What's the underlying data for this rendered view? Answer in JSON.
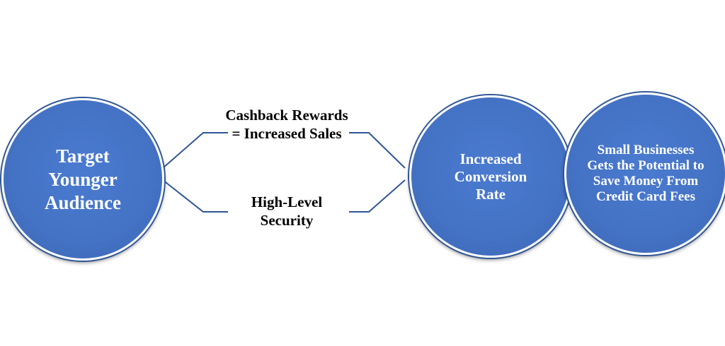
{
  "diagram": {
    "circles": [
      {
        "text": "Target Younger Audience"
      },
      {
        "text": "Increased Conversion Rate"
      },
      {
        "text": "Small Businesses Gets the Potential to Save Money From Credit Card Fees"
      }
    ],
    "labels": [
      {
        "text": "Cashback Rewards = Increased Sales"
      },
      {
        "text": "High-Level Security"
      }
    ],
    "colors": {
      "circle_fill": "#4472c4",
      "connector": "#2f5597",
      "label_text": "#000000"
    }
  }
}
